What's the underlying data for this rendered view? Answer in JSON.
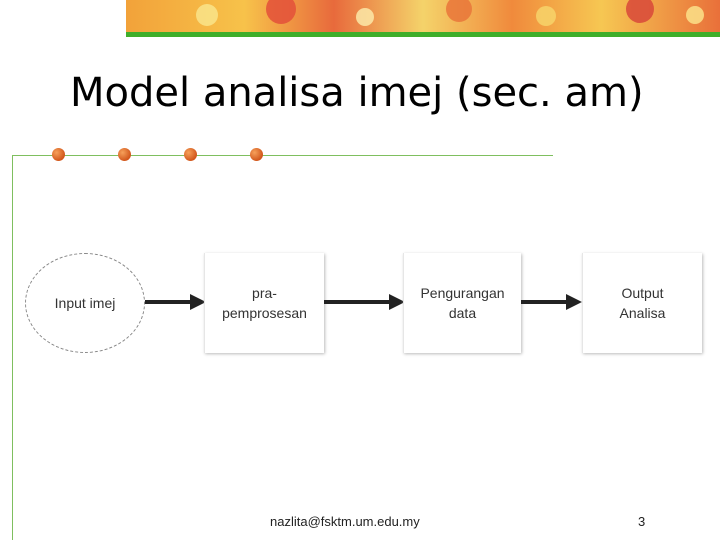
{
  "slide": {
    "title": "Model analisa imej (sec. am)"
  },
  "diagram": {
    "nodes": [
      {
        "line1": "Input imej",
        "line2": ""
      },
      {
        "line1": "pra-",
        "line2": "pemprosesan"
      },
      {
        "line1": "Pengurangan",
        "line2": "data"
      },
      {
        "line1": "Output",
        "line2": "Analisa"
      }
    ]
  },
  "footer": {
    "email": "nazlita@fsktm.um.edu.my",
    "page_number": "3"
  },
  "colors": {
    "accent_green": "#3fae2a",
    "bullet_orange": "#e0672a",
    "banner_orange": "#f2a23a"
  }
}
